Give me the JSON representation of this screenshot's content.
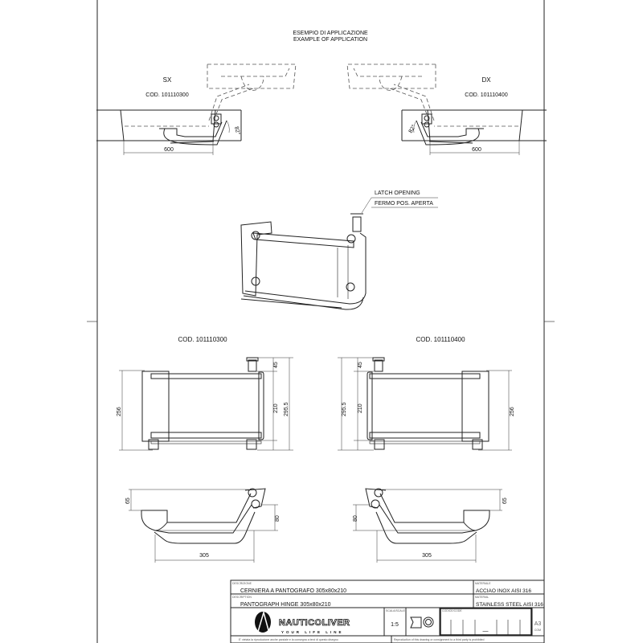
{
  "header": {
    "title_it": "ESEMPIO DI APPLICAZIONE",
    "title_en": "EXAMPLE OF APPLICATION"
  },
  "application": {
    "left": {
      "side": "SX",
      "code": "COD. 101110300",
      "width": "600",
      "angle": "82°"
    },
    "right": {
      "side": "DX",
      "code": "COD. 101110400",
      "width": "600",
      "angle": "82°"
    }
  },
  "isometric": {
    "callout_en": "LATCH OPENING",
    "callout_it": "FERMO POS. APERTA"
  },
  "views": {
    "left": {
      "code": "COD. 101110300",
      "dims": {
        "height_plate": "256",
        "pin": "45",
        "inner": "210",
        "overall": "295.5",
        "offset": "65",
        "depth": "80",
        "length": "305"
      }
    },
    "right": {
      "code": "COD. 101110400",
      "dims": {
        "height_plate": "256",
        "pin": "45",
        "inner": "210",
        "overall": "295.5",
        "offset": "65",
        "depth": "80",
        "length": "305"
      }
    }
  },
  "title_block": {
    "desc_label_it": "DESCRIZIONE",
    "desc_it": "CERNIERA A PANTOGRAFO 305x80x210",
    "desc_label_en": "DESCRIPTION",
    "desc_en": "PANTOGRAPH HINGE 305x80x210",
    "mat_label_it": "MATERIALE",
    "mat_it": "ACCIAO INOX AISI 316",
    "mat_label_en": "MATERIAL",
    "mat_en": "STAINLESS STEEL AISI 316",
    "brand": "NAUTICOLIVER",
    "tagline": "YOUR LIFE LINE",
    "scale_label": "SCALA/SCALE",
    "scale": "1:5",
    "code_label": "CODICE/CODE",
    "code_value": "—",
    "sheet": "A3",
    "sheet_sub": "COM",
    "notice_it": "E' vietata la riproduzione anche parziale e la consegna a terzi di questo disegno",
    "notice_en": "Reproduction of this drawing or consignment to a third party is prohibited"
  }
}
